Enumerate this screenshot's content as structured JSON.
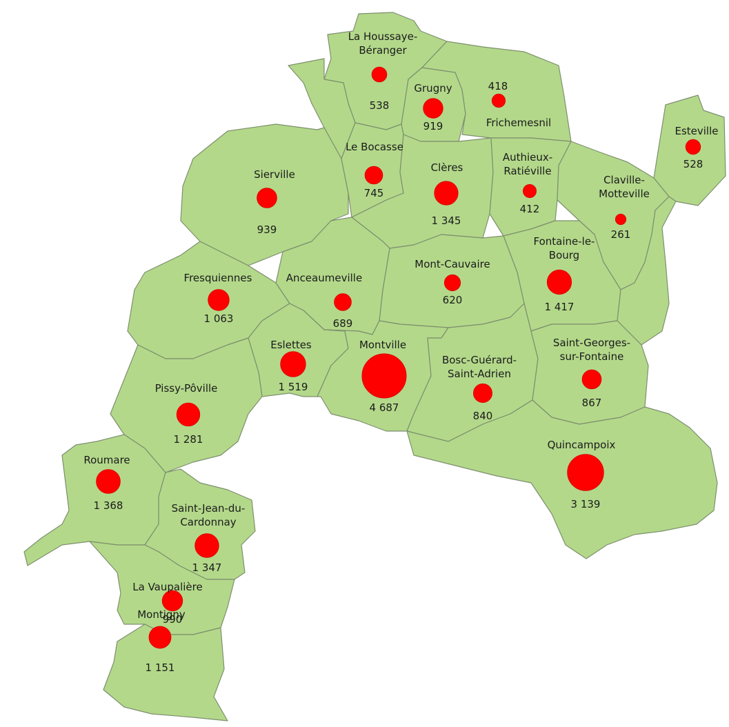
{
  "map": {
    "fill_color": "#b3d88a",
    "border_color": "#7d8f6e",
    "marker_color": "#ff0000",
    "communes": [
      {
        "name": [
          "La Houssaye-",
          "Béranger"
        ],
        "population": "538",
        "value": 538
      },
      {
        "name": [
          "Grugny"
        ],
        "population": "919",
        "value": 919
      },
      {
        "name": [
          "Frichemesnil"
        ],
        "population": "418",
        "value": 418
      },
      {
        "name": [
          "Esteville"
        ],
        "population": "528",
        "value": 528
      },
      {
        "name": [
          "Sierville"
        ],
        "population": "939",
        "value": 939
      },
      {
        "name": [
          "Le Bocasse"
        ],
        "population": "745",
        "value": 745
      },
      {
        "name": [
          "Clères"
        ],
        "population": "1 345",
        "value": 1345
      },
      {
        "name": [
          "Authieux-",
          "Ratiéville"
        ],
        "population": "412",
        "value": 412
      },
      {
        "name": [
          "Claville-",
          "Motteville"
        ],
        "population": "261",
        "value": 261
      },
      {
        "name": [
          "Fontaine-le-",
          "Bourg"
        ],
        "population": "1 417",
        "value": 1417
      },
      {
        "name": [
          "Mont-Cauvaire"
        ],
        "population": "620",
        "value": 620
      },
      {
        "name": [
          "Fresquiennes"
        ],
        "population": "1 063",
        "value": 1063
      },
      {
        "name": [
          "Anceaumeville"
        ],
        "population": "689",
        "value": 689
      },
      {
        "name": [
          "Eslettes"
        ],
        "population": "1 519",
        "value": 1519
      },
      {
        "name": [
          "Montville"
        ],
        "population": "4 687",
        "value": 4687
      },
      {
        "name": [
          "Bosc-Guérard-",
          "Saint-Adrien"
        ],
        "population": "840",
        "value": 840
      },
      {
        "name": [
          "Saint-Georges-",
          "sur-Fontaine"
        ],
        "population": "867",
        "value": 867
      },
      {
        "name": [
          "Pissy-Pôville"
        ],
        "population": "1 281",
        "value": 1281
      },
      {
        "name": [
          "Quincampoix"
        ],
        "population": "3 139",
        "value": 3139
      },
      {
        "name": [
          "Roumare"
        ],
        "population": "1 368",
        "value": 1368
      },
      {
        "name": [
          "Saint-Jean-du-",
          "Cardonnay"
        ],
        "population": "1 347",
        "value": 1347
      },
      {
        "name": [
          "La Vaupalière"
        ],
        "population": "990",
        "value": 990
      },
      {
        "name": [
          "Montigny"
        ],
        "population": "1 151",
        "value": 1151
      }
    ]
  }
}
